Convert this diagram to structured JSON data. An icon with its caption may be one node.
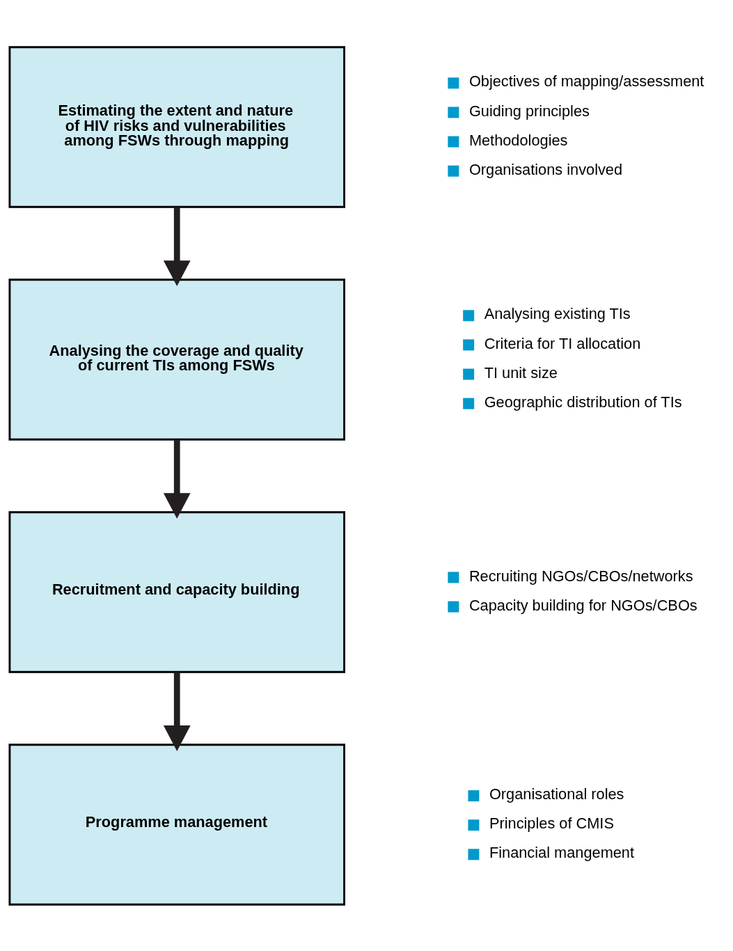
{
  "diagram": {
    "nodes": [
      {
        "text": [
          "Estimating the extent and nature of HIV risks and vulnerabilities among FSWs through mapping"
        ],
        "beside": [
          "Objectives of mapping/assessment",
          "Guiding principles",
          "Methodologies",
          "Organisations involved"
        ]
      },
      {
        "text": [
          "Analysing the coverage and quality of current TIs among FSWs"
        ],
        "beside": [
          "Analysing existing TIs",
          "Criteria for TI allocation",
          "TI unit size",
          "Geographic distribution of TIs"
        ]
      },
      {
        "text": [
          "Recruitment and capacity building"
        ],
        "beside": [
          "Recruiting NGOs/CBOs/networks",
          "Capacity building for NGOs/CBOs"
        ]
      },
      {
        "text": [
          "Programme management"
        ],
        "beside": [
          "Organisational roles",
          "Principles of CMIS",
          "Financial mangement"
        ]
      }
    ],
    "edges": [
      {
        "from": 0,
        "to": 1,
        "arrow": "to"
      },
      {
        "from": 1,
        "to": 2,
        "arrow": "to"
      },
      {
        "from": 2,
        "to": 3,
        "arrow": "to"
      }
    ]
  }
}
